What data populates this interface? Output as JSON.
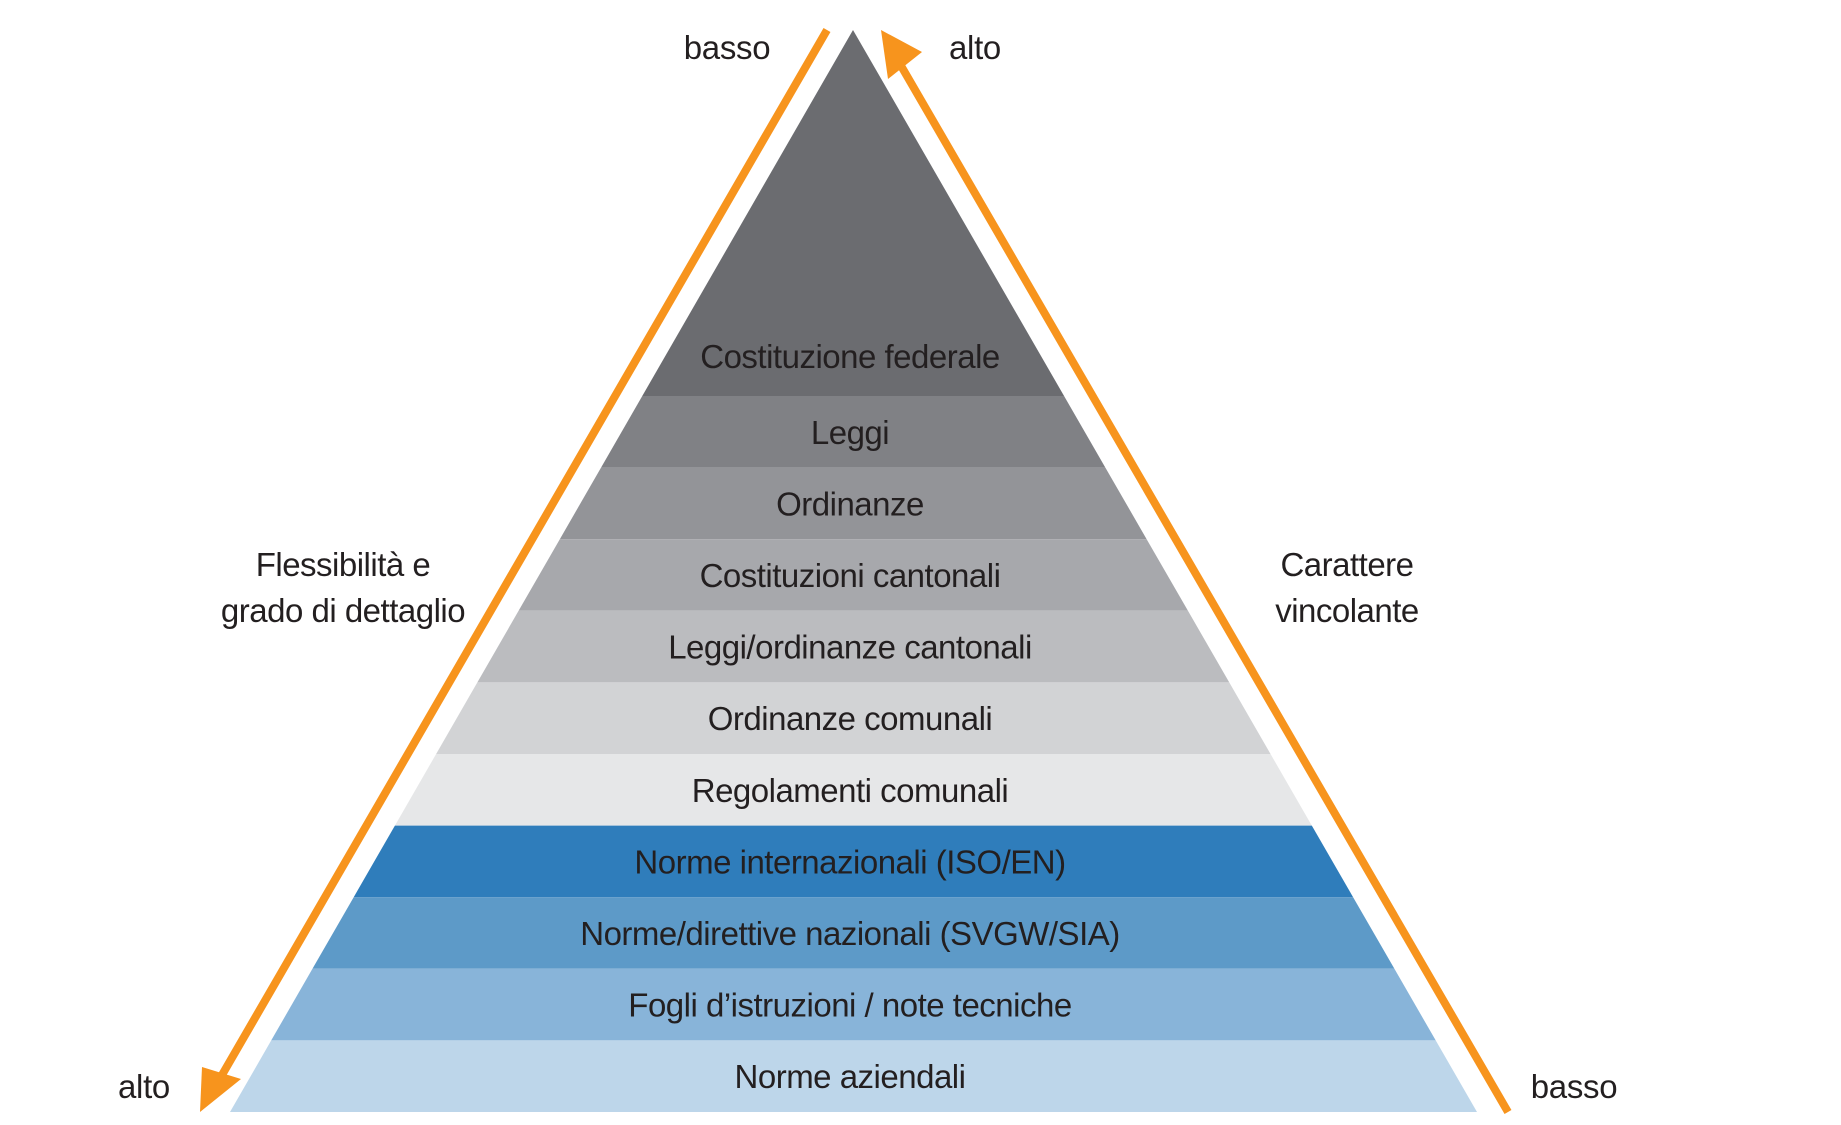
{
  "tiers": [
    {
      "label": "Costituzione federale",
      "color": "#6b6c70"
    },
    {
      "label": "Leggi",
      "color": "#808185"
    },
    {
      "label": "Ordinanze",
      "color": "#939498"
    },
    {
      "label": "Costituzioni cantonali",
      "color": "#a7a8ac"
    },
    {
      "label": "Leggi/ordinanze cantonali",
      "color": "#bbbcbf"
    },
    {
      "label": "Ordinanze comunali",
      "color": "#d2d3d5"
    },
    {
      "label": "Regolamenti comunali",
      "color": "#e6e7e8"
    },
    {
      "label": "Norme internazionali (ISO/EN)",
      "color": "#2f7dbb"
    },
    {
      "label": "Norme/direttive nazionali (SVGW/SIA)",
      "color": "#5d9ac8"
    },
    {
      "label": "Fogli d’istruzioni / note tecniche",
      "color": "#88b4d9"
    },
    {
      "label": "Norme aziendali",
      "color": "#bdd6ea"
    }
  ],
  "left_axis": {
    "label_line1": "Flessibilità e",
    "label_line2": "grado di dettaglio",
    "top_end": "basso",
    "bottom_end": "alto"
  },
  "right_axis": {
    "label_line1": "Carattere",
    "label_line2": "vincolante",
    "top_end": "alto",
    "bottom_end": "basso"
  },
  "colors": {
    "arrow": "#f7941d",
    "text": "#231f20"
  }
}
